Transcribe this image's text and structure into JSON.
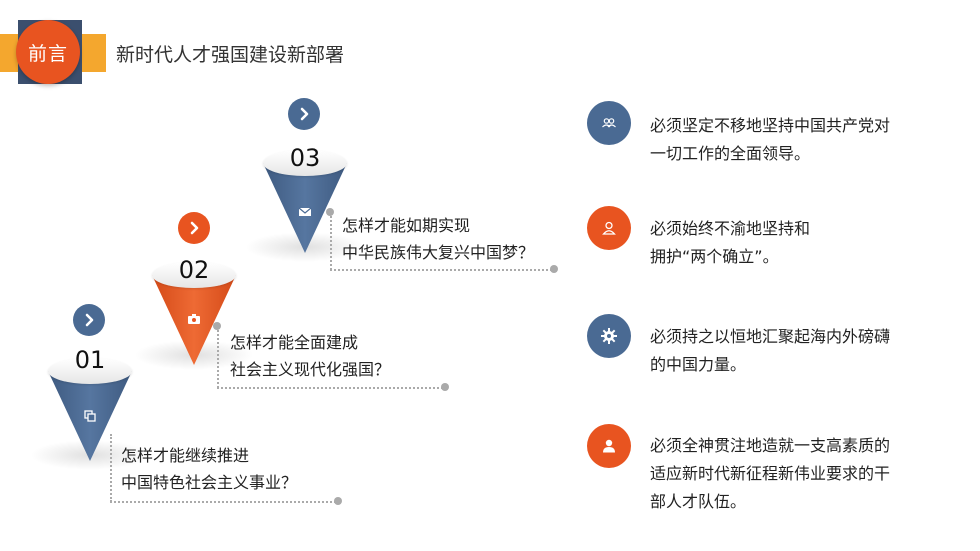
{
  "header": {
    "badge": "前言",
    "title": "新时代人才强国建设新部署"
  },
  "steps": [
    {
      "number": "03",
      "question_line1": "怎样才能如期实现",
      "question_line2": "中华民族伟大复兴中国梦？",
      "icon": "envelope-icon"
    },
    {
      "number": "02",
      "question_line1": "怎样才能全面建成",
      "question_line2": "社会主义现代化强国？",
      "icon": "camera-icon"
    },
    {
      "number": "01",
      "question_line1": "怎样才能继续推进",
      "question_line2": "中国特色社会主义事业？",
      "icon": "copy-icon"
    }
  ],
  "requirements": [
    {
      "line1": "必须坚定不移地坚持中国共产党对",
      "line2": "一切工作的全面领导。",
      "icon": "people-icon"
    },
    {
      "line1": "必须始终不渝地坚持和",
      "line2": "拥护“两个确立”。",
      "icon": "user-outline-icon"
    },
    {
      "line1": "必须持之以恒地汇聚起海内外磅礴",
      "line2": "的中国力量。",
      "icon": "gear-icon"
    },
    {
      "line1": "必须全神贯注地造就一支高素质的",
      "line2": "适应新时代新征程新伟业要求的干",
      "line3": "部人才队伍。",
      "icon": "user-solid-icon"
    }
  ],
  "colors": {
    "navy": "#4a6a93",
    "orange": "#e85420",
    "yellow": "#f4a72e"
  }
}
